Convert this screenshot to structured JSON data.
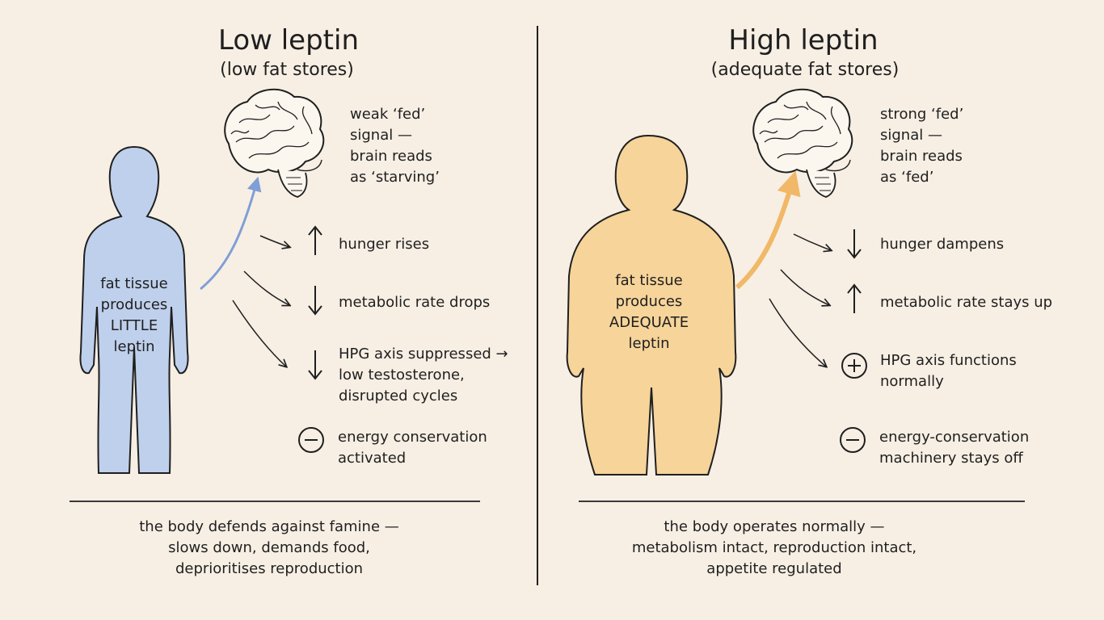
{
  "left": {
    "title": "Low leptin",
    "subtitle": "(low fat stores)",
    "brain_signal": [
      "weak ‘fed’",
      "signal —",
      "brain reads",
      "as ‘starving’"
    ],
    "figure_label": [
      "fat tissue",
      "produces",
      "LITTLE",
      "leptin"
    ],
    "effects": [
      {
        "icon": "up-arrow-icon",
        "lines": [
          "hunger rises"
        ]
      },
      {
        "icon": "down-arrow-icon",
        "lines": [
          "metabolic rate drops"
        ]
      },
      {
        "icon": "down-arrow-icon",
        "lines": [
          "HPG axis suppressed →",
          "low testosterone,",
          "disrupted cycles"
        ]
      },
      {
        "icon": "minus-circle-icon",
        "lines": [
          "energy conservation",
          "activated"
        ]
      }
    ],
    "summary": [
      "the body defends against famine —",
      "slows down, demands food,",
      "deprioritises reproduction"
    ]
  },
  "right": {
    "title": "High leptin",
    "subtitle": "(adequate fat stores)",
    "brain_signal": [
      "strong ‘fed’",
      "signal —",
      "brain reads",
      "as ‘fed’"
    ],
    "figure_label": [
      "fat tissue",
      "produces",
      "ADEQUATE",
      "leptin"
    ],
    "effects": [
      {
        "icon": "down-arrow-icon",
        "lines": [
          "hunger dampens"
        ]
      },
      {
        "icon": "up-arrow-icon",
        "lines": [
          "metabolic rate stays up"
        ]
      },
      {
        "icon": "plus-circle-icon",
        "lines": [
          "HPG axis functions",
          "normally"
        ]
      },
      {
        "icon": "minus-circle-icon",
        "lines": [
          "energy-conservation",
          "machinery stays off"
        ]
      }
    ],
    "summary": [
      "the body operates normally —",
      "metabolism intact, reproduction intact,",
      "appetite regulated"
    ]
  },
  "colors": {
    "background": "#f7efe4",
    "low_leptin": "#9cb6e0",
    "high_leptin": "#f3c27a",
    "ink": "#1f1f1f"
  }
}
